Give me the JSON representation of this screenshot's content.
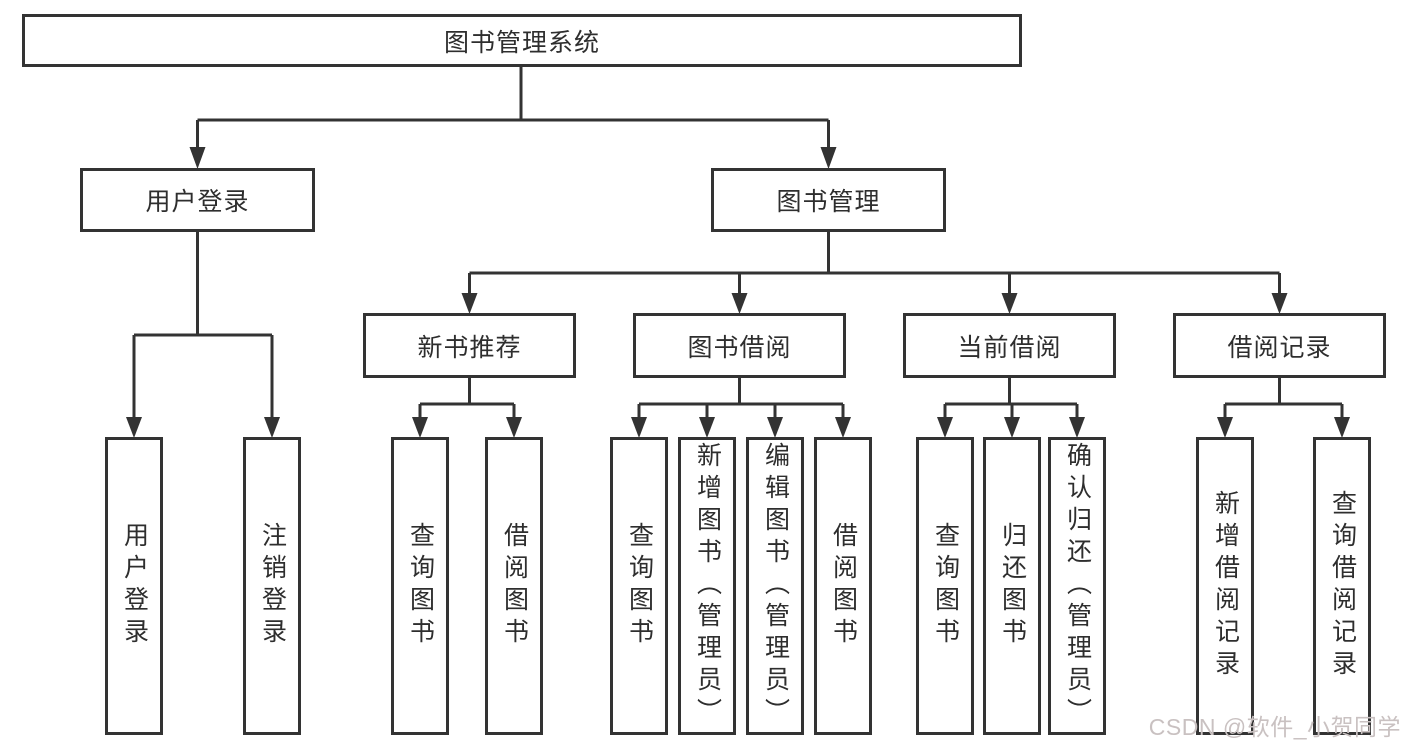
{
  "tree": {
    "root": {
      "label": "图书管理系统"
    },
    "login": {
      "label": "用户登录",
      "children": [
        {
          "label": "用户登录"
        },
        {
          "label": "注销登录"
        }
      ]
    },
    "management": {
      "label": "图书管理",
      "modules": [
        {
          "label": "新书推荐",
          "children": [
            {
              "label": "查询图书"
            },
            {
              "label": "借阅图书"
            }
          ]
        },
        {
          "label": "图书借阅",
          "children": [
            {
              "label": "查询图书"
            },
            {
              "label": "新增图书（管理员）"
            },
            {
              "label": "编辑图书（管理员）"
            },
            {
              "label": "借阅图书"
            }
          ]
        },
        {
          "label": "当前借阅",
          "children": [
            {
              "label": "查询图书"
            },
            {
              "label": "归还图书"
            },
            {
              "label": "确认归还（管理员）"
            }
          ]
        },
        {
          "label": "借阅记录",
          "children": [
            {
              "label": "新增借阅记录"
            },
            {
              "label": "查询借阅记录"
            }
          ]
        }
      ]
    }
  },
  "watermark": {
    "text": "CSDN @软件_小贺同学",
    "color": "#c9c1c1"
  },
  "colors": {
    "line": "#333333",
    "text": "#2e2e2e",
    "background": "#ffffff"
  }
}
